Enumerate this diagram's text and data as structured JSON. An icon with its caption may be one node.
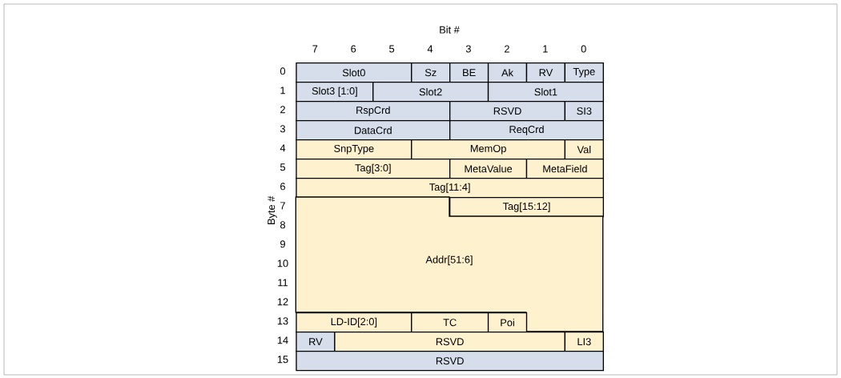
{
  "diagram": {
    "nodes": [
      {
        "text": [
          "Slot0"
        ]
      },
      {
        "text": [
          "Sz"
        ]
      },
      {
        "text": [
          "BE"
        ]
      },
      {
        "text": [
          "Ak"
        ]
      },
      {
        "text": [
          "RV"
        ]
      },
      {
        "text": [
          "Type"
        ]
      },
      {
        "text": [
          "Slot3 [1:0]"
        ]
      },
      {
        "text": [
          "Slot2"
        ]
      },
      {
        "text": [
          "Slot1"
        ]
      },
      {
        "text": [
          "RspCrd"
        ]
      },
      {
        "text": [
          "RSVD"
        ]
      },
      {
        "text": [
          "SI3"
        ]
      },
      {
        "text": [
          "DataCrd"
        ]
      },
      {
        "text": [
          "ReqCrd"
        ]
      },
      {
        "text": [
          "SnpType"
        ]
      },
      {
        "text": [
          "MemOp"
        ]
      },
      {
        "text": [
          "Val"
        ]
      },
      {
        "text": [
          "Tag[3:0]"
        ]
      },
      {
        "text": [
          "MetaValue"
        ]
      },
      {
        "text": [
          "MetaField"
        ]
      },
      {
        "text": [
          "Tag[11:4]"
        ]
      },
      {
        "text": [
          "Tag[15:12]"
        ]
      },
      {
        "text": [
          "Addr[51:6]"
        ]
      },
      {
        "text": [
          "LD-ID[2:0]"
        ]
      },
      {
        "text": [
          "TC"
        ]
      },
      {
        "text": [
          "Poi"
        ]
      },
      {
        "text": [
          "RV"
        ]
      },
      {
        "text": [
          "RSVD"
        ]
      },
      {
        "text": [
          "LI3"
        ]
      },
      {
        "text": [
          "RSVD"
        ]
      }
    ],
    "labels": [
      "Bit #",
      "7",
      "6",
      "5",
      "4",
      "3",
      "2",
      "1",
      "0",
      "Byte #",
      "0",
      "1",
      "2",
      "3",
      "4",
      "5",
      "6",
      "7",
      "8",
      "9",
      "10",
      "11",
      "12",
      "13",
      "14",
      "15"
    ]
  }
}
